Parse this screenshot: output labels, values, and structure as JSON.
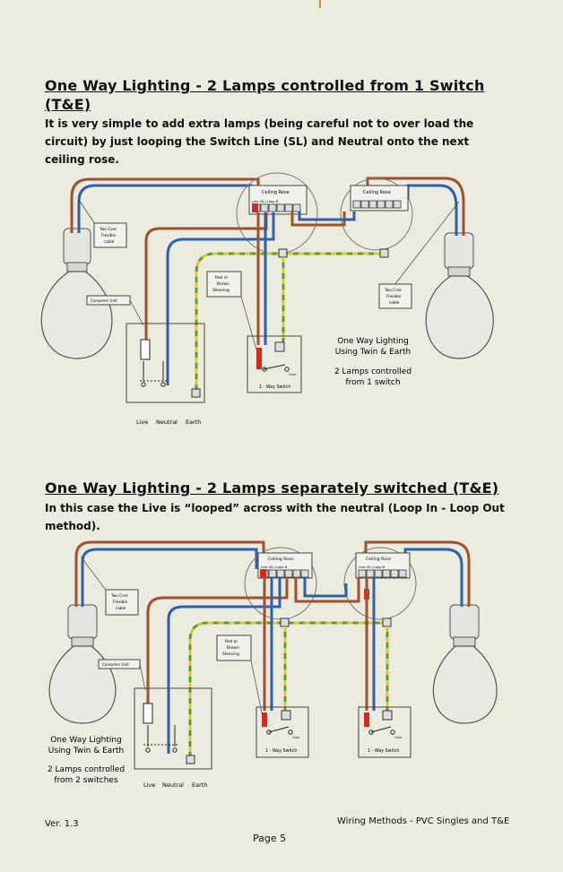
{
  "section1": {
    "title_line1": "One Way Lighting - 2 Lamps controlled from 1 Switch",
    "title_line2": "(T&E)",
    "para_lines": [
      "It is very simple to add extra lamps (being careful not to over load the",
      "circuit) by just looping the Switch Line (SL) and Neutral onto the next",
      "ceiling rose."
    ],
    "diagram": {
      "ceiling_rose_left": "Ceiling Rose",
      "ceiling_rose_right": "Ceiling Rose",
      "rose_terminals": "Line (SL)   Loop   N",
      "two_core_left": [
        "Two Core",
        "Flexible",
        "cable"
      ],
      "two_core_right": [
        "Two Core",
        "Flexible",
        "cable"
      ],
      "consumer_unit": "Consumer Unit",
      "sleeving": [
        "Red or",
        "Brown",
        "Sleeving"
      ],
      "switch_label": "1 - Way Switch",
      "com": "Com",
      "cu_labels": [
        "Live",
        "Neutral",
        "Earth"
      ],
      "note_lines": [
        "One Way Lighting",
        "Using Twin & Earth",
        "",
        "2 Lamps controlled",
        "from 1 switch"
      ]
    }
  },
  "section2": {
    "title": "One Way Lighting - 2 Lamps separately switched (T&E)",
    "para_lines": [
      "In this case the Live is “looped” across with the neutral (Loop In - Loop Out",
      "method)."
    ],
    "diagram": {
      "ceiling_rose_left": "Ceiling Rose",
      "ceiling_rose_right": "Ceiling Rose",
      "rose_terminals": "Line (SL)  Loop   N",
      "two_core": [
        "Two Core",
        "Flexible",
        "cable"
      ],
      "consumer_unit": "Consumer Unit",
      "sleeving": [
        "Red or",
        "Brown",
        "Sleeving"
      ],
      "switch_label_left": "1 - Way Switch",
      "switch_label_right": "1 - Way Switch",
      "com": "Com",
      "cu_labels": [
        "Live",
        "Neutral",
        "Earth"
      ],
      "note_lines": [
        "One Way Lighting",
        "Using Twin & Earth",
        "",
        "2 Lamps controlled",
        "from 2 switches"
      ]
    }
  },
  "footer": {
    "version": "Ver. 1.3",
    "right": "Wiring Methods - PVC Singles and T&E",
    "page": "Page 5"
  },
  "colors": {
    "brown": "#a0522d",
    "blue": "#2f5fb0",
    "earth_green": "#5a9e3a",
    "earth_yellow": "#e3c72a",
    "red": "#d42a1e",
    "background": "#ecebe0"
  }
}
